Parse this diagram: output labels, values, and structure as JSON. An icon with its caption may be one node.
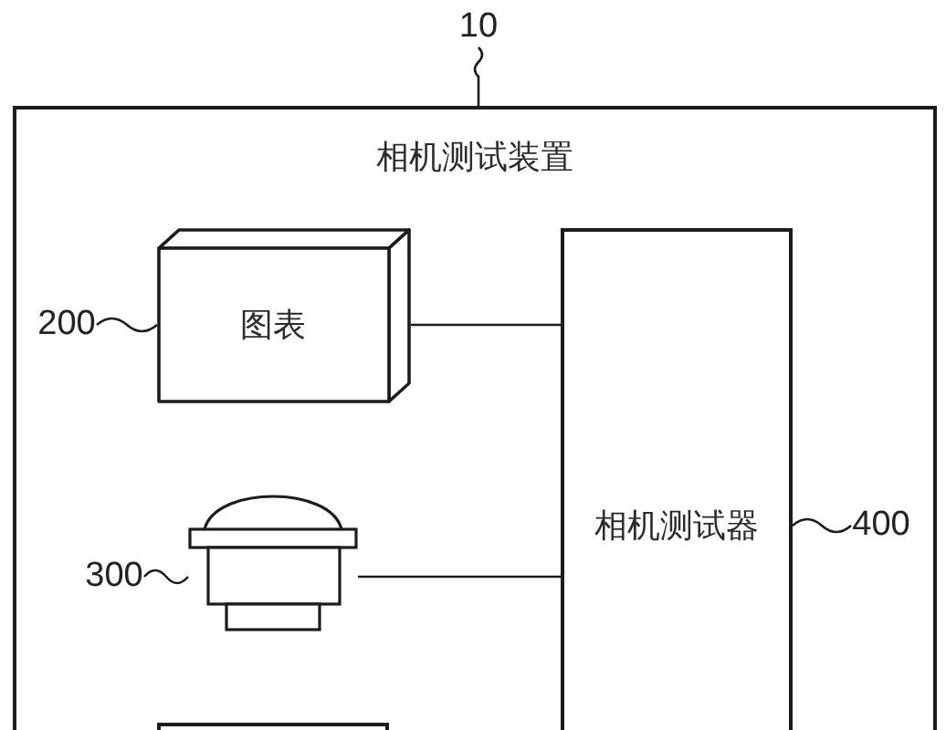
{
  "diagram": {
    "nodes": [
      {
        "text": [
          "10"
        ]
      },
      {
        "text": [
          "相机测试装置"
        ]
      },
      {
        "text": [
          "200"
        ],
        "in": 1
      },
      {
        "text": [
          "图表"
        ],
        "in": 1
      },
      {
        "text": [
          "相机测试器"
        ],
        "in": 1
      },
      {
        "text": [
          "300"
        ],
        "in": 1
      },
      {
        "text": [],
        "shape": "picture",
        "in": 1
      },
      {
        "text": [
          "400"
        ],
        "in": 1
      },
      {
        "text": [],
        "shape": "box",
        "in": 1
      }
    ],
    "edges": [
      {
        "from": 0,
        "to": 1,
        "arrow": "none"
      },
      {
        "from": 2,
        "to": 3,
        "arrow": "none"
      },
      {
        "from": 3,
        "to": 4,
        "arrow": "none"
      },
      {
        "from": 5,
        "to": 6,
        "arrow": "none"
      },
      {
        "from": 6,
        "to": 4,
        "arrow": "none"
      },
      {
        "from": 7,
        "to": 4,
        "arrow": "none"
      }
    ]
  }
}
